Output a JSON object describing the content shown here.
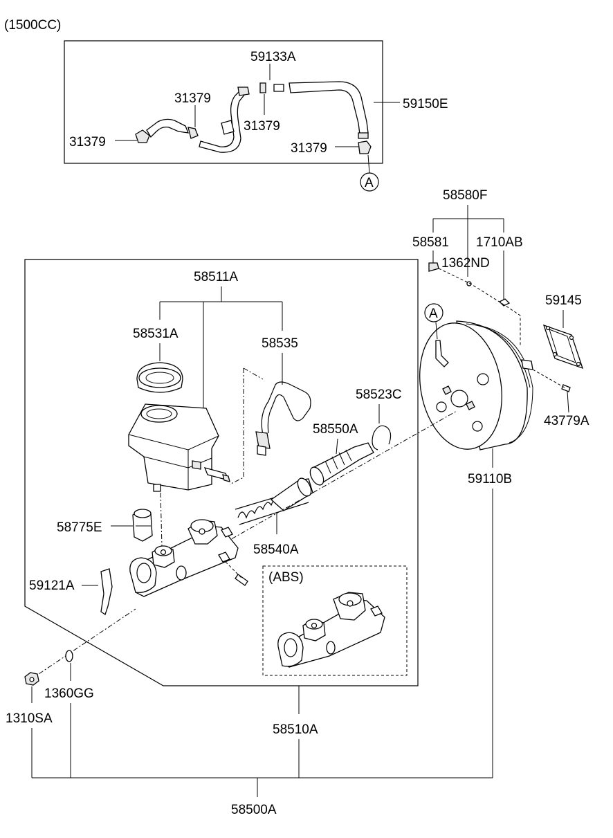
{
  "header": {
    "engine_note": "(1500CC)"
  },
  "labels": {
    "p59133A": "59133A",
    "p31379_a": "31379",
    "p31379_b": "31379",
    "p31379_c": "31379",
    "p31379_d": "31379",
    "p59150E": "59150E",
    "p58580F": "58580F",
    "p58581": "58581",
    "p1710AB": "1710AB",
    "p1362ND": "1362ND",
    "p59145": "59145",
    "p43779A": "43779A",
    "p58511A": "58511A",
    "p58531A": "58531A",
    "p58535": "58535",
    "p58523C": "58523C",
    "p58550A": "58550A",
    "p58775E": "58775E",
    "p58540A": "58540A",
    "p59121A": "59121A",
    "abs": "(ABS)",
    "p59110B": "59110B",
    "p1360GG": "1360GG",
    "p1310SA": "1310SA",
    "p58510A": "58510A",
    "p58500A": "58500A"
  },
  "connectors": {
    "ref_a_top": "A",
    "ref_a_booster": "A"
  }
}
